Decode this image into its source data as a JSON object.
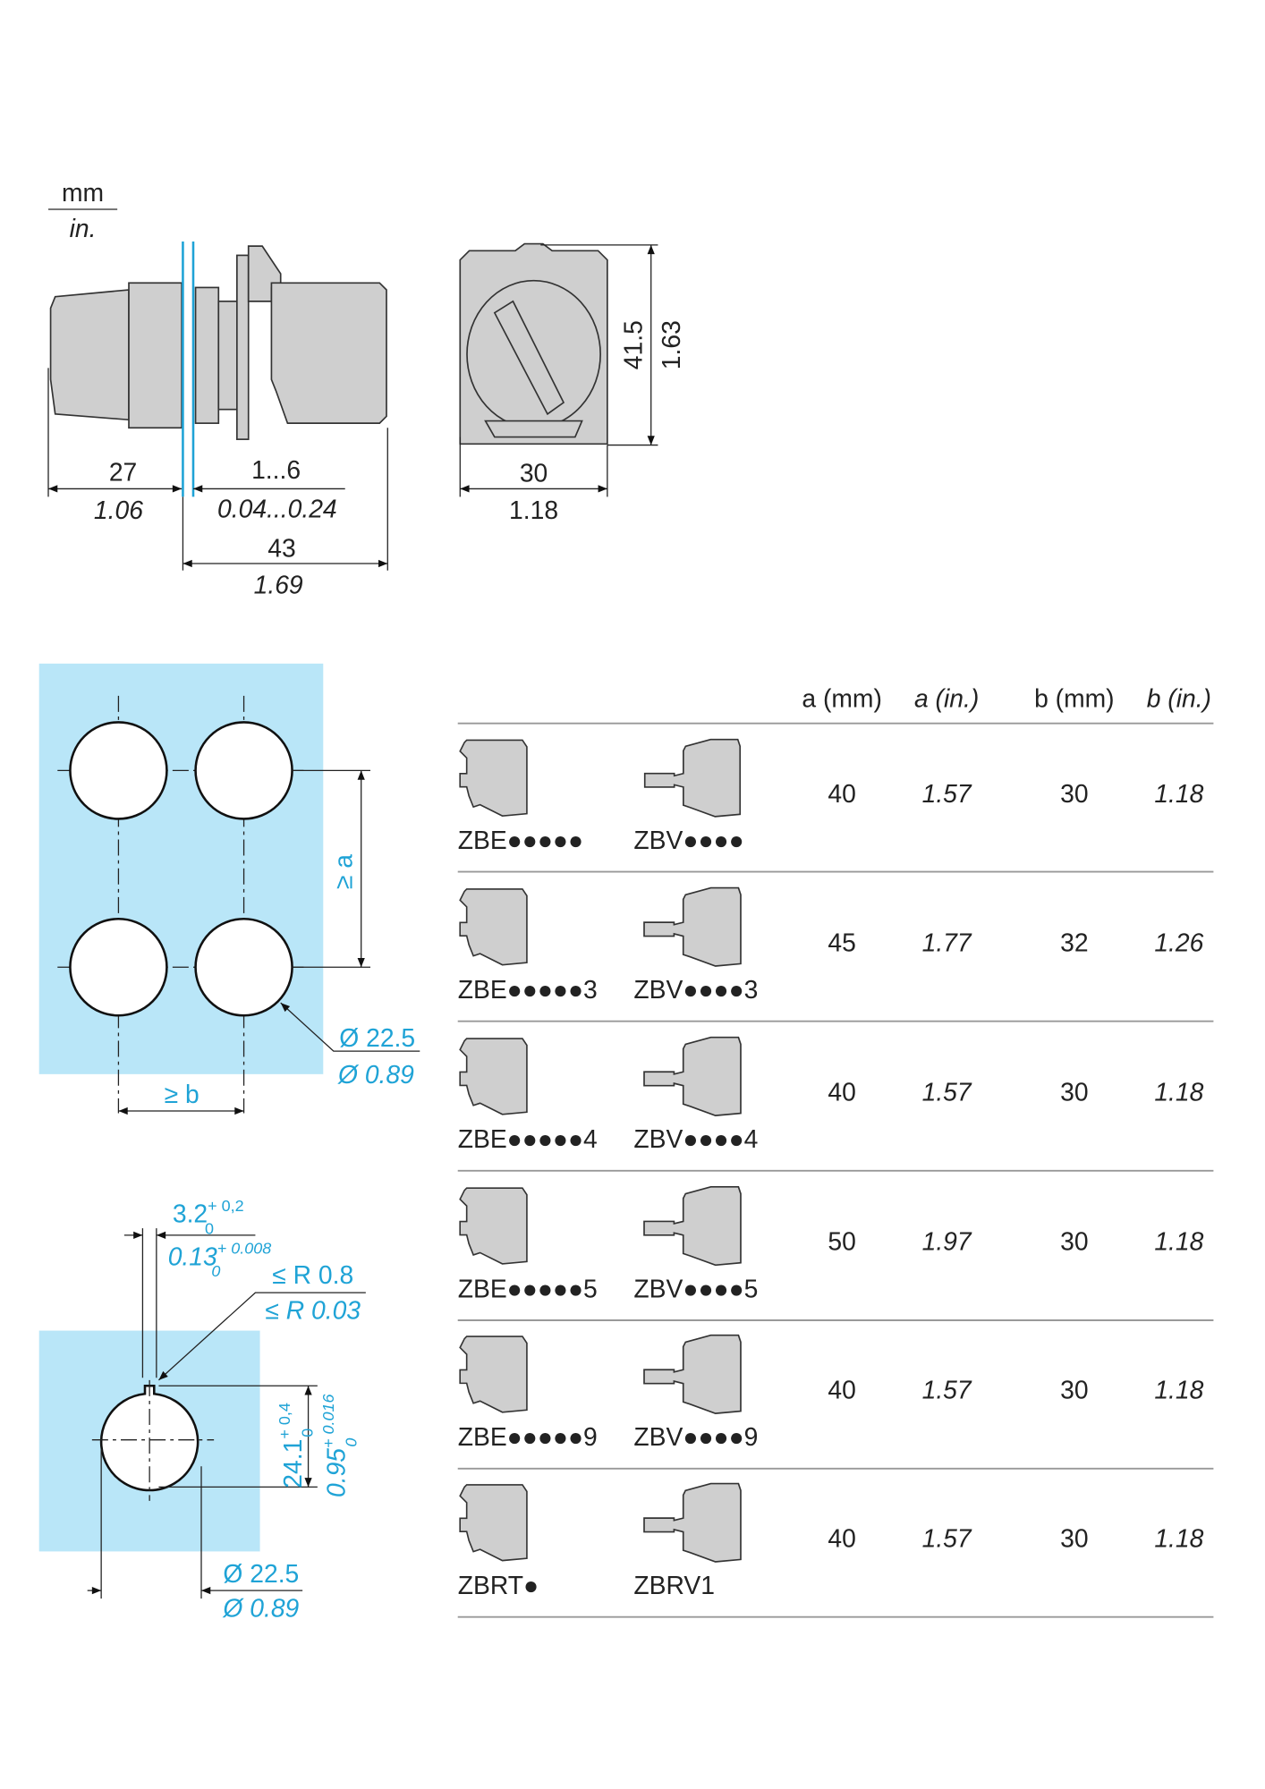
{
  "units": {
    "mm": "mm",
    "in": "in."
  },
  "side_view": {
    "dim_27": "27",
    "dim_27_in": "1.06",
    "dim_1_6": "1...6",
    "dim_1_6_in": "0.04...0.24",
    "dim_43": "43",
    "dim_43_in": "1.69"
  },
  "front_view": {
    "dim_30": "30",
    "dim_30_in": "1.18",
    "dim_41_5": "41.5",
    "dim_41_5_in": "1.63"
  },
  "panel_cutout": {
    "spacing_a": "≥ a",
    "spacing_b": "≥ b",
    "dia_mm": "Ø 22.5",
    "dia_in": "Ø 0.89"
  },
  "single_cutout": {
    "key_mm": "3.2",
    "key_mm_tol_up": "+ 0,2",
    "key_mm_tol_low": "0",
    "key_in": "0.13",
    "key_in_tol_up": "+ 0.008",
    "key_in_tol_low": "0",
    "radius_mm": "≤ R 0.8",
    "radius_in": "≤ R 0.03",
    "height_mm": "24.1",
    "height_mm_tol_up": "+ 0,4",
    "height_mm_tol_low": "0",
    "height_in": "0.95",
    "height_in_tol_up": "+ 0.016",
    "height_in_tol_low": "0",
    "dia_mm": "Ø 22.5",
    "dia_in": "Ø 0.89"
  },
  "table": {
    "headers": [
      "a (mm)",
      "a (in.)",
      "b (mm)",
      "b (in.)"
    ],
    "rows": [
      {
        "ref1": "ZBE●●●●●",
        "ref2": "ZBV●●●●",
        "a_mm": "40",
        "a_in": "1.57",
        "b_mm": "30",
        "b_in": "1.18"
      },
      {
        "ref1": "ZBE●●●●●3",
        "ref2": "ZBV●●●●3",
        "a_mm": "45",
        "a_in": "1.77",
        "b_mm": "32",
        "b_in": "1.26"
      },
      {
        "ref1": "ZBE●●●●●4",
        "ref2": "ZBV●●●●4",
        "a_mm": "40",
        "a_in": "1.57",
        "b_mm": "30",
        "b_in": "1.18"
      },
      {
        "ref1": "ZBE●●●●●5",
        "ref2": "ZBV●●●●5",
        "a_mm": "50",
        "a_in": "1.97",
        "b_mm": "30",
        "b_in": "1.18"
      },
      {
        "ref1": "ZBE●●●●●9",
        "ref2": "ZBV●●●●9",
        "a_mm": "40",
        "a_in": "1.57",
        "b_mm": "30",
        "b_in": "1.18"
      },
      {
        "ref1": "ZBRT●",
        "ref2": "ZBRV1",
        "a_mm": "40",
        "a_in": "1.57",
        "b_mm": "30",
        "b_in": "1.18"
      }
    ]
  },
  "colors": {
    "panel": "#b9e6f8",
    "dimension_blue": "#1fa3d6",
    "part_gray": "#cfcfcf"
  }
}
